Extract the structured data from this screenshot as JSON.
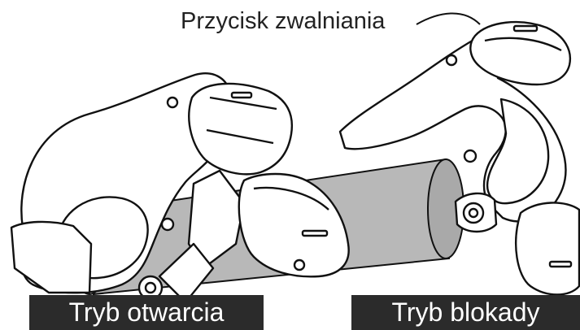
{
  "callout": {
    "label": "Przycisk zwalniania"
  },
  "modes": [
    {
      "label": "Tryb otwarcia"
    },
    {
      "label": "Tryb blokady"
    }
  ],
  "colors": {
    "background": "#ffffff",
    "line": "#111111",
    "tube": "#b8b8b8",
    "label_bar": "#2b2b2b",
    "label_text": "#ffffff"
  }
}
